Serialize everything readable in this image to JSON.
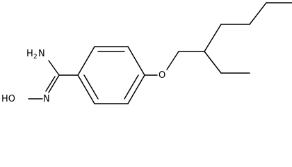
{
  "molecule": {
    "atoms": {
      "amine": "H",
      "amine_sub": "2",
      "amine_n": "N",
      "hydroxyl": "HO",
      "imine_n": "N",
      "ether_o": "O"
    }
  },
  "colors": {
    "bond": "#000000",
    "background": "#ffffff"
  }
}
